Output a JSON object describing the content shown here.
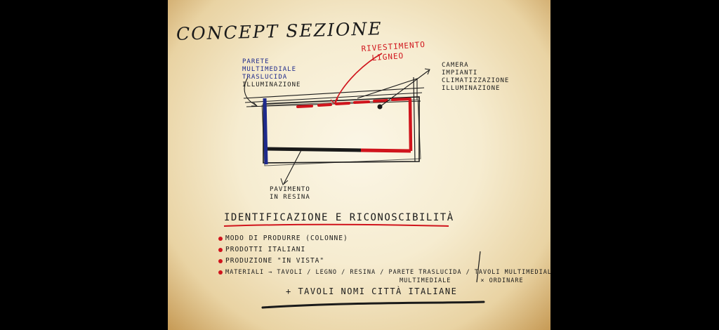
{
  "sketch": {
    "title": "CONCEPT SEZIONE",
    "labels": {
      "parete": [
        "PARETE",
        "MULTIMEDIALE",
        "TRASLUCIDA",
        "ILLUMINAZIONE"
      ],
      "rivestimento": [
        "RIVESTIMENTO",
        "LIGNEO"
      ],
      "camera": [
        "CAMERA",
        "IMPIANTI",
        "CLIMATIZZAZIONE",
        "ILLUMINAZIONE"
      ],
      "pavimento": [
        "PAVIMENTO",
        "IN RESINA"
      ]
    },
    "heading": "IDENTIFICAZIONE E RICONOSCIBILITÀ",
    "bullets": [
      "MODO DI PRODURRE (COLONNE)",
      "PRODOTTI ITALIANI",
      "PRODUZIONE \"IN VISTA\"",
      "MATERIALI → TAVOLI / LEGNO / RESINA / PARETE TRASLUCIDA / TAVOLI MULTIMEDIALI"
    ],
    "bullet_continuations": [
      "MULTIMEDIALE",
      "× ORDINARE"
    ],
    "closing": "+ TAVOLI NOMI CITTÀ ITALIANE",
    "colors": {
      "ink": "#1a1a1a",
      "red": "#d0141c",
      "blue": "#1e2a8c",
      "paper": "#f6ecd0",
      "background": "#000000"
    }
  }
}
